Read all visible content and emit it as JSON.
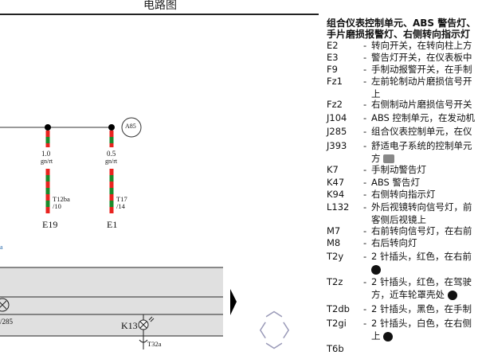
{
  "title": "电路图",
  "diagram": {
    "component_a85": "A85",
    "wire1": {
      "size": "1.0",
      "color": "gn/rt",
      "connector": "T12ba",
      "pin": "/10",
      "component": "E19"
    },
    "wire2": {
      "size": "0.5",
      "color": "gn/rt",
      "connector": "T17",
      "pin": "/14",
      "component": "E1"
    },
    "fragment_a": "a",
    "fragment_285": "/285",
    "lamp_label": "K13",
    "connector_t32a": "T32a",
    "wire_colors": {
      "red": "#e8231f",
      "green": "#1a8a2a"
    }
  },
  "legend": {
    "heading": "组合仪表控制单元、ABS 警告灯、手片磨损报警灯、右侧转向指示灯",
    "items": [
      {
        "code": "E2",
        "desc": "转向开关，在转向柱上方"
      },
      {
        "code": "E3",
        "desc": "警告灯开关，在仪表板中"
      },
      {
        "code": "F9",
        "desc": "手制动报警开关，在手制"
      },
      {
        "code": "Fz1",
        "desc": "左前轮制动片磨损信号开",
        "desc2": "上"
      },
      {
        "code": "Fz2",
        "desc": "右侧制动片磨损信号开关"
      },
      {
        "code": "J104",
        "desc": "ABS 控制单元，在发动机"
      },
      {
        "code": "J285",
        "desc": "组合仪表控制单元，在仪"
      },
      {
        "code": "J393",
        "desc": "舒适电子系统的控制单元",
        "desc2": "方"
      },
      {
        "code": "K7",
        "desc": "手制动警告灯"
      },
      {
        "code": "K47",
        "desc": "ABS 警告灯"
      },
      {
        "code": "K94",
        "desc": "右侧转向指示灯"
      },
      {
        "code": "L132",
        "desc": "外后视镜转向信号灯，前",
        "desc2": "客侧后视镜上"
      },
      {
        "code": "M7",
        "desc": "右前转向信号灯，在右前"
      },
      {
        "code": "M8",
        "desc": "右后转向灯"
      },
      {
        "code": "T2y",
        "desc": "2 针插头，红色，在右前"
      },
      {
        "code": "T2z",
        "desc": "2 针插头，红色，在驾驶",
        "desc2": "方，近车轮罩壳处"
      },
      {
        "code": "T2db",
        "desc": "2 针插头，黑色，在手制"
      },
      {
        "code": "T2gi",
        "desc": "2 针插头，白色，在右侧",
        "desc2": "上"
      },
      {
        "code": "T6b",
        "desc": ""
      }
    ],
    "dash": "-"
  }
}
